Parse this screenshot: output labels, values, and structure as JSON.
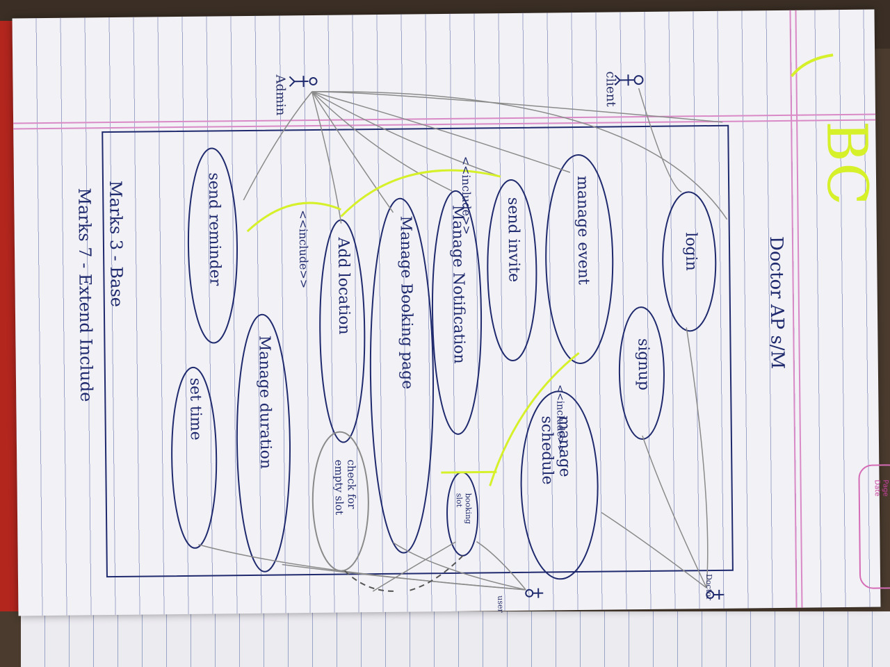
{
  "title": "Doctor AP s/M",
  "corner_mark": "BC",
  "stamp": {
    "line1": "Page",
    "line2": "Date"
  },
  "actors": [
    {
      "id": "admin",
      "label": "Admin"
    },
    {
      "id": "client",
      "label": "client"
    },
    {
      "id": "doctor",
      "label": "Doctor"
    },
    {
      "id": "user",
      "label": "user"
    }
  ],
  "use_cases": [
    {
      "id": "login",
      "label": "login"
    },
    {
      "id": "signup",
      "label": "signup"
    },
    {
      "id": "manage_event",
      "label": "manage event"
    },
    {
      "id": "manage_schedule",
      "label": "manage schedule"
    },
    {
      "id": "send_invite",
      "label": "send invite"
    },
    {
      "id": "manage_notification",
      "label": "Manage Notification"
    },
    {
      "id": "manage_booking_page",
      "label": "Manage Booking page"
    },
    {
      "id": "add_location",
      "label": "Add location"
    },
    {
      "id": "check_slot",
      "label": "check for empty slot"
    },
    {
      "id": "booking_slot",
      "label": "booking slot"
    },
    {
      "id": "send_reminder",
      "label": "send reminder"
    },
    {
      "id": "manage_duration",
      "label": "Manage duration"
    },
    {
      "id": "set_time",
      "label": "set time"
    }
  ],
  "relations": [
    {
      "label": "<<include>>"
    },
    {
      "label": "<<include>>"
    },
    {
      "label": "<<include>>"
    }
  ],
  "legend": {
    "line1": "Marks 3 - Base",
    "line2": "Marks 7 - Extend Include"
  },
  "colors": {
    "ink": "#1f2a6e",
    "pencil": "#8a8a8a",
    "highlighter": "#d6f02a",
    "margin": "#d98ac6"
  }
}
